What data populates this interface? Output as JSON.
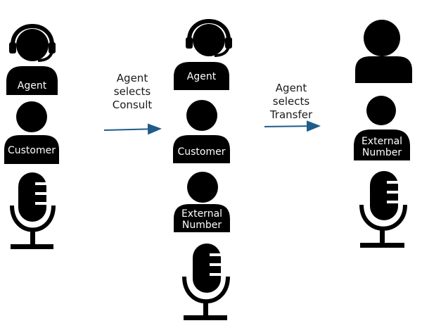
{
  "colors": {
    "figure": "#000000",
    "arrow": "#1f5c8a",
    "label": "#1a1a1a",
    "badge_text": "#ffffff"
  },
  "column1": {
    "agent_label": "Agent",
    "customer_label": "Customer",
    "microphone_icon": "microphone-icon"
  },
  "step1": {
    "line1": "Agent",
    "line2": "selects",
    "line3": "Consult"
  },
  "column2": {
    "agent_label": "Agent",
    "customer_label": "Customer",
    "external_line1": "External",
    "external_line2": "Number",
    "microphone_icon": "microphone-icon"
  },
  "step2": {
    "line1": "Agent",
    "line2": "selects",
    "line3": "Transfer"
  },
  "column3": {
    "external_line1": "External",
    "external_line2": "Number",
    "microphone_icon": "microphone-icon"
  }
}
